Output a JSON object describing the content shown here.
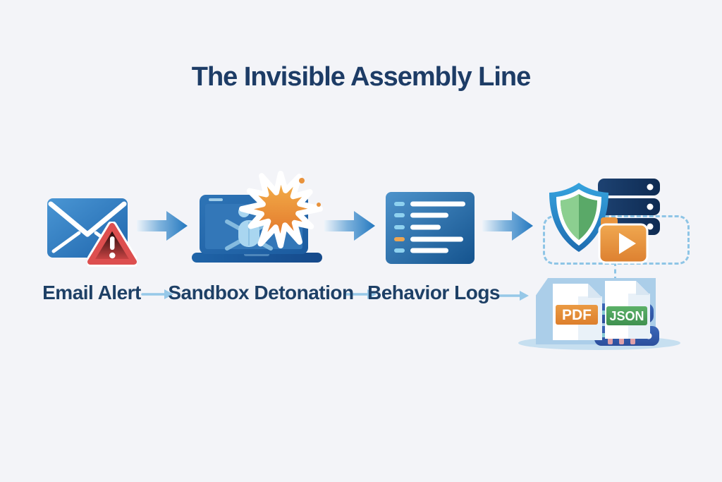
{
  "title": "The Invisible Assembly Line",
  "pipeline": {
    "stages": [
      {
        "label": "Email Alert",
        "icon": "email-alert-icon"
      },
      {
        "label": "Sandbox Detonation",
        "icon": "sandbox-laptop-icon"
      },
      {
        "label": "Behavior Logs",
        "icon": "behavior-logs-icon"
      },
      {
        "label": "",
        "icon": "shield-server-media-cluster"
      }
    ]
  },
  "outputs": {
    "pdf_label": "PDF",
    "json_label": "JSON"
  },
  "colors": {
    "background": "#f3f4f8",
    "title_navy": "#1d3c66",
    "label_navy": "#1e4066",
    "arrow_blue": "#2478bf",
    "light_arrow_blue": "#96c8e8",
    "envelope_blue": "#2f7fc4",
    "alert_red": "#e05151",
    "explosion_orange": "#e8882f",
    "log_panel_blue": "#2f77b5",
    "log_bullet_orange": "#eda552",
    "shield_green": "#5aa968",
    "server_navy": "#16395f",
    "folder_orange": "#e9953f",
    "pdf_orange": "#e08a33",
    "json_green": "#4ba05a",
    "dashed_outline_blue": "#8ec5e6",
    "bottom_server_blue": "#355fb0"
  }
}
